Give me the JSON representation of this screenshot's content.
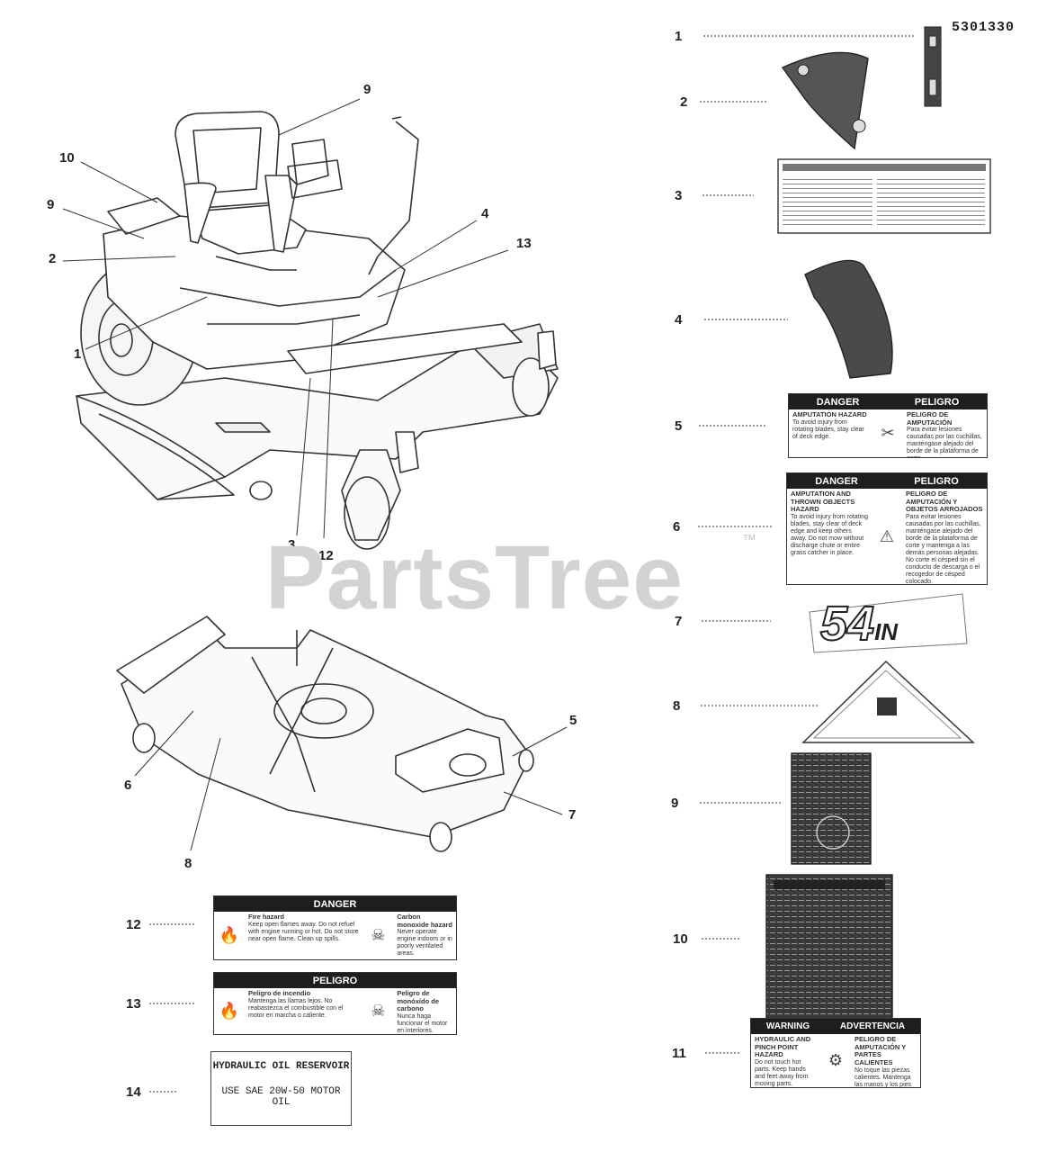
{
  "diagram": {
    "part_number": "5301330",
    "watermark": "PartsTree",
    "trademark": "™",
    "callouts_mower": [
      "9",
      "10",
      "9",
      "2",
      "1",
      "4",
      "13",
      "3",
      "12"
    ],
    "callouts_deck": [
      "5",
      "6",
      "7",
      "8"
    ],
    "callouts_decals": [
      "1",
      "2",
      "3",
      "4",
      "5",
      "6",
      "7",
      "8",
      "9",
      "10",
      "11",
      "12",
      "13",
      "14"
    ]
  },
  "decals": {
    "d5": {
      "header_left": "DANGER",
      "header_right": "PELIGRO",
      "left_title": "AMPUTATION HAZARD",
      "left_body": "To avoid injury from rotating blades, stay clear of deck edge.",
      "right_title": "PELIGRO DE AMPUTACIÓN",
      "right_body": "Para evitar lesiones causadas por las cuchillas, manténgase alejado del borde de la plataforma de corte."
    },
    "d6": {
      "header_left": "DANGER",
      "header_right": "PELIGRO",
      "left_title": "AMPUTATION AND THROWN OBJECTS HAZARD",
      "left_body": "To avoid injury from rotating blades, stay clear of deck edge and keep others away. Do not mow without discharge chute or entire grass catcher in place.",
      "right_title": "PELIGRO DE AMPUTACIÓN Y OBJETOS ARROJADOS",
      "right_body": "Para evitar lesiones causadas por las cuchillas, manténgase alejado del borde de la plataforma de corte y mantenga a las demás personas alejadas. No corte el césped sin el conducto de descarga o el recogedor de césped colocado."
    },
    "d7": {
      "size": "54",
      "unit": "IN"
    },
    "d11": {
      "header_left": "WARNING",
      "header_right": "ADVERTENCIA",
      "left_title": "HYDRAULIC AND PINCH POINT HAZARD",
      "left_body": "Do not touch hot parts. Keep hands and feet away from moving parts.",
      "right_title": "PELIGRO DE AMPUTACIÓN Y PARTES CALIENTES",
      "right_body": "No toque las piezas calientes. Mantenga las manos y los pies alejados."
    },
    "d12": {
      "header": "DANGER",
      "left_title": "Fire hazard",
      "left_body": "Keep open flames away. Do not refuel with engine running or hot. Do not store near open flame. Clean up spills.",
      "right_title": "Carbon monoxide hazard",
      "right_body": "Never operate engine indoors or in poorly ventilated areas."
    },
    "d13": {
      "header": "PELIGRO",
      "left_title": "Peligro de incendio",
      "left_body": "Mantenga las llamas lejos. No reabastezca el combustible con el motor en marcha o caliente.",
      "right_title": "Peligro de monóxido de carbono",
      "right_body": "Nunca haga funcionar el motor en interiores."
    },
    "d14": {
      "title": "HYDRAULIC OIL RESERVOIR",
      "body": "USE SAE 20W-50 MOTOR OIL"
    }
  },
  "colors": {
    "ink": "#222222",
    "watermark": "#d3d3d3",
    "decal_dark": "#1e1e1e"
  }
}
